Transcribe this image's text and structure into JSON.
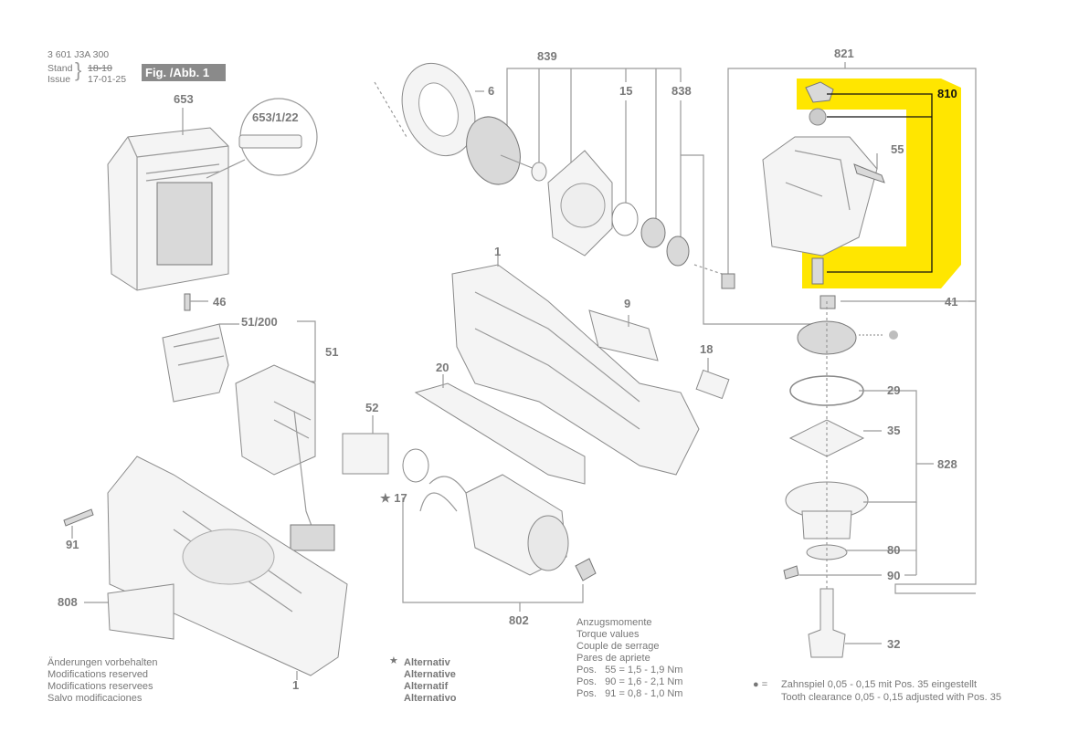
{
  "header": {
    "doc_number": "3 601 J3A 300",
    "stand_label": "Stand",
    "issue_label": "Issue",
    "old_date": "18-10",
    "new_date": "17-01-25",
    "figure_label": "Fig. /Abb. 1"
  },
  "part_numbers": {
    "p653": "653",
    "p653_1_22": "653/1/22",
    "p46": "46",
    "p51_200": "51/200",
    "p51": "51",
    "p52": "52",
    "p17": "★ 17",
    "p91": "91",
    "p808": "808",
    "p1_bottom": "1",
    "p839": "839",
    "p6": "6",
    "p15": "15",
    "p838": "838",
    "p1_top": "1",
    "p9": "9",
    "p20": "20",
    "p18": "18",
    "p802": "802",
    "p821": "821",
    "p810": "810",
    "p55": "55",
    "p41": "41",
    "p29": "29",
    "p35": "35",
    "p828": "828",
    "p80": "80",
    "p90": "90",
    "p32": "32"
  },
  "notes": {
    "modifications": [
      "Änderungen vorbehalten",
      "Modifications reserved",
      "Modifications reservees",
      "Salvo modificaciones"
    ],
    "alternativ_star": "★",
    "alternativ": [
      "Alternativ",
      "Alternative",
      "Alternatif",
      "Alternativo"
    ],
    "torque_titles": [
      "Anzugsmomente",
      "Torque values",
      "Couple de serrage",
      "Pares de apriete"
    ],
    "torque_rows": [
      "Pos.   55 = 1,5 - 1,9 Nm",
      "Pos.   90 = 1,6 - 2,1 Nm",
      "Pos.   91 = 0,8 - 1,0 Nm"
    ],
    "clearance_symbol": "● =",
    "clearance_de": "Zahnspiel 0,05 - 0,15 mit Pos. 35 eingestellt",
    "clearance_en": "Tooth clearance 0,05 - 0,15 adjusted with Pos. 35"
  },
  "colors": {
    "highlight": "#ffe600",
    "line": "#9a9a9a",
    "label": "#7a7a7a",
    "badge": "#8a8a8a"
  }
}
